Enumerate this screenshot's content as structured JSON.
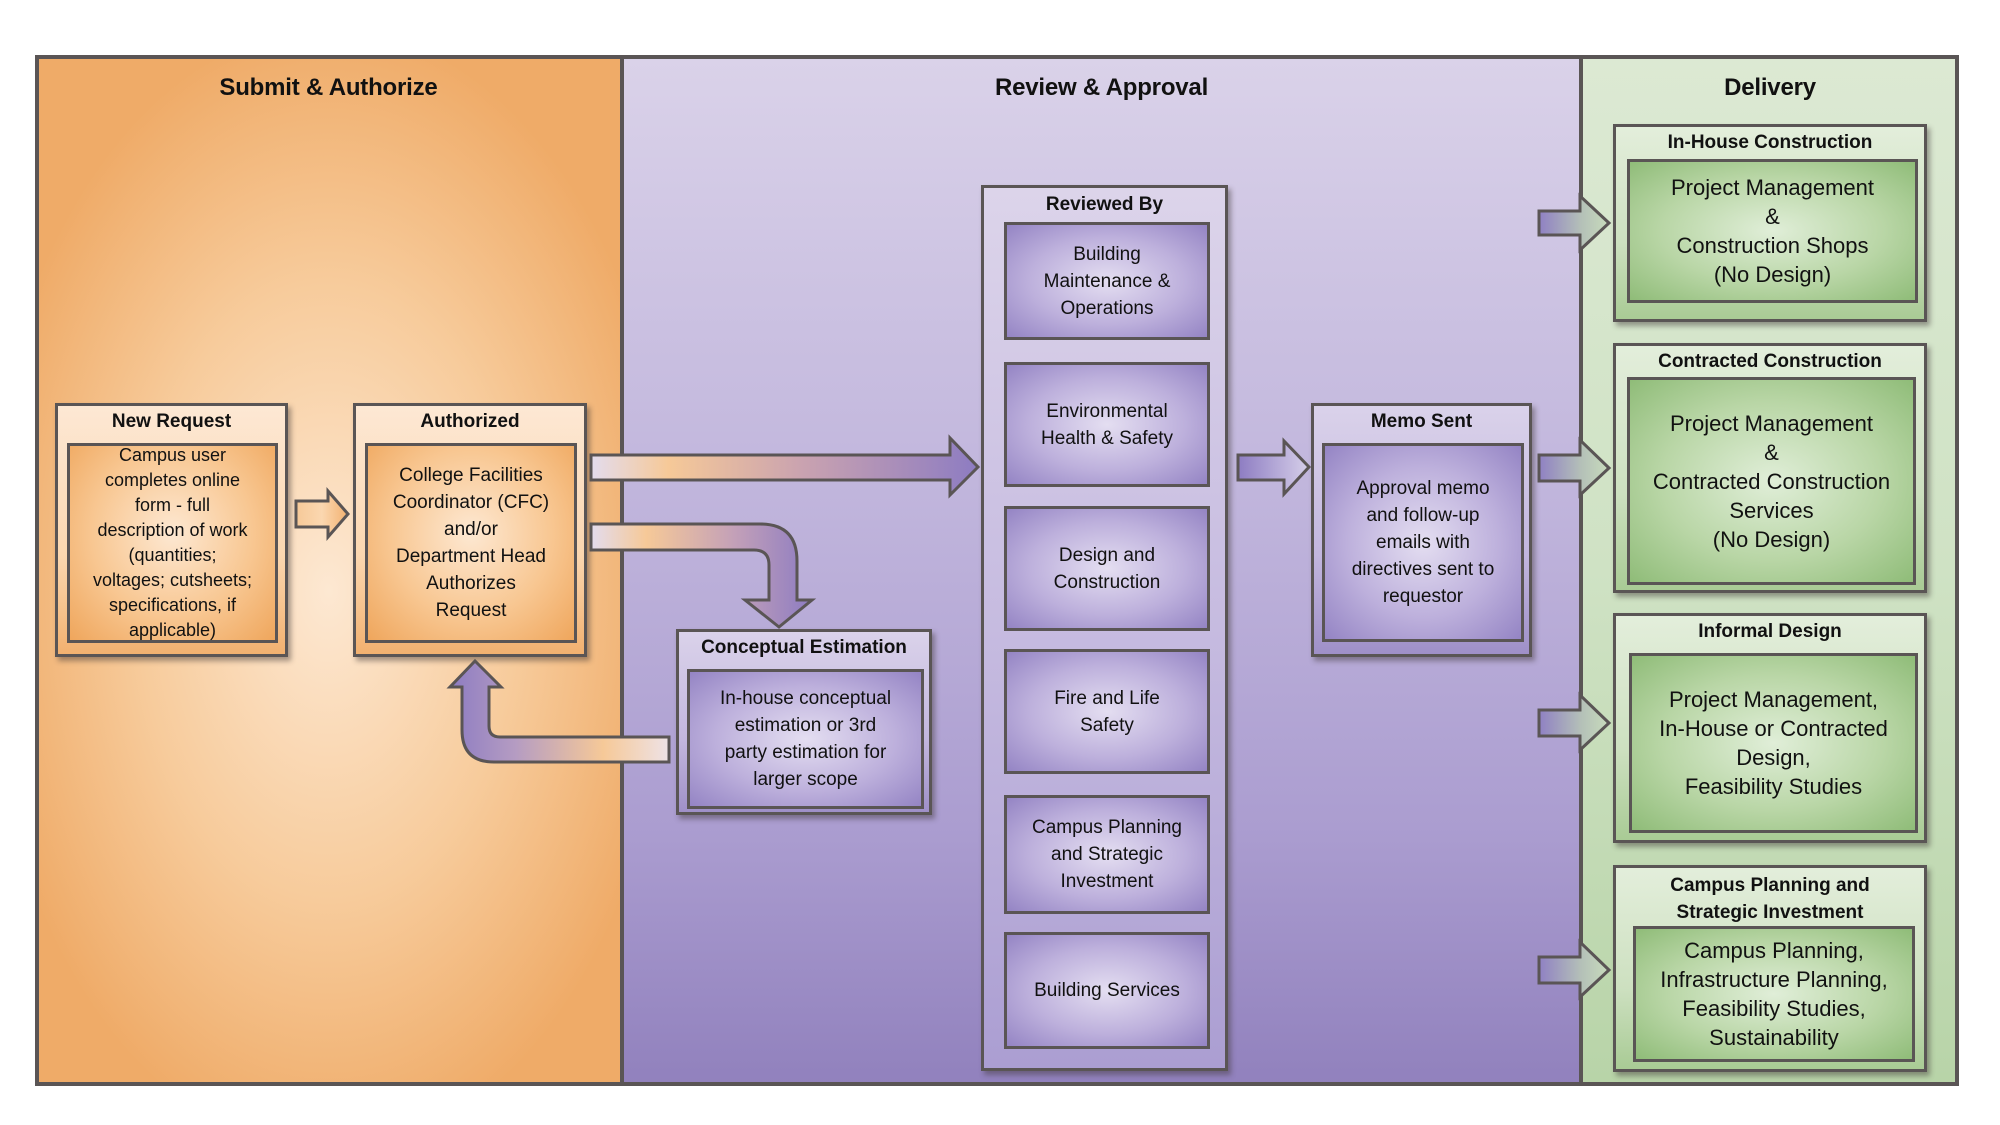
{
  "lanes": {
    "submit": {
      "title": "Submit & Authorize",
      "color": "#efab68"
    },
    "review": {
      "title": "Review & Approval",
      "color": "#9181bd"
    },
    "delivery": {
      "title": "Delivery",
      "color": "#cfe2c4"
    }
  },
  "new_request": {
    "title": "New Request",
    "text": "Campus user\ncompletes online\nform - full\ndescription of work\n(quantities;\nvoltages; cutsheets;\nspecifications, if\napplicable)"
  },
  "authorized": {
    "title": "Authorized",
    "text": "College Facilities\nCoordinator (CFC)\nand/or\nDepartment  Head\nAuthorizes\nRequest"
  },
  "conceptual_estimation": {
    "title": "Conceptual Estimation",
    "text": "In-house conceptual\nestimation or 3rd\nparty estimation for\nlarger scope"
  },
  "reviewed_by": {
    "title": "Reviewed By",
    "items": [
      "Building\nMaintenance &\nOperations",
      "Environmental\nHealth & Safety",
      "Design and\nConstruction",
      "Fire and Life\nSafety",
      "Campus Planning\nand Strategic\nInvestment",
      "Building Services"
    ]
  },
  "memo_sent": {
    "title": "Memo Sent",
    "text": "Approval memo\nand follow-up\nemails with\ndirectives sent to\nrequestor"
  },
  "delivery": [
    {
      "title": "In-House Construction",
      "text": "Project Management\n&\nConstruction Shops\n(No Design)"
    },
    {
      "title": "Contracted Construction",
      "text": "Project Management\n&\nContracted Construction\nServices\n(No Design)"
    },
    {
      "title": "Informal Design",
      "text": "Project Management,\nIn-House or Contracted\nDesign,\nFeasibility Studies"
    },
    {
      "title": "Campus Planning and\nStrategic Investment",
      "text": "Campus Planning,\nInfrastructure Planning,\nFeasibility Studies,\nSustainability"
    }
  ],
  "colors": {
    "orange": "#efab68",
    "purple": "#9181bd",
    "green": "#a9cb95",
    "border": "#5a5555"
  }
}
